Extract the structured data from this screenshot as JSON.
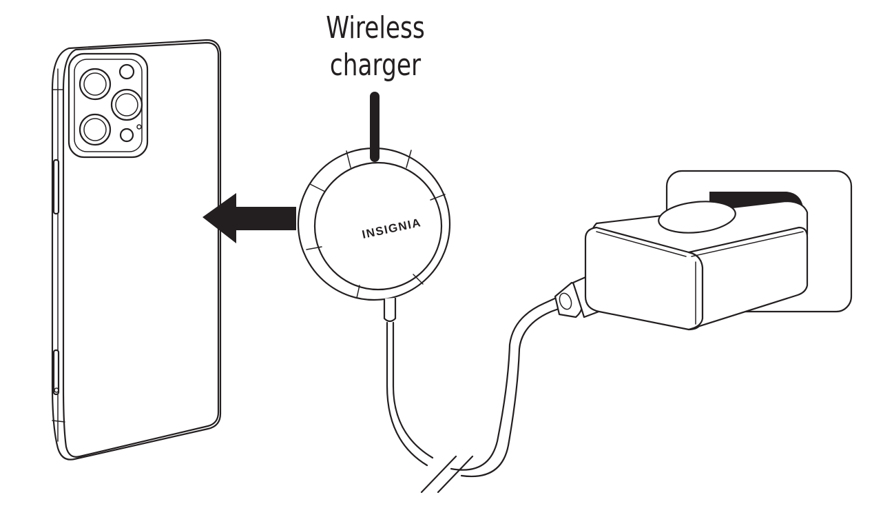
{
  "callout": {
    "line1": "Wireless",
    "line2": "charger"
  },
  "charger": {
    "brand": "INSIGNIA"
  },
  "colors": {
    "ink": "#231f20",
    "background": "#ffffff"
  }
}
